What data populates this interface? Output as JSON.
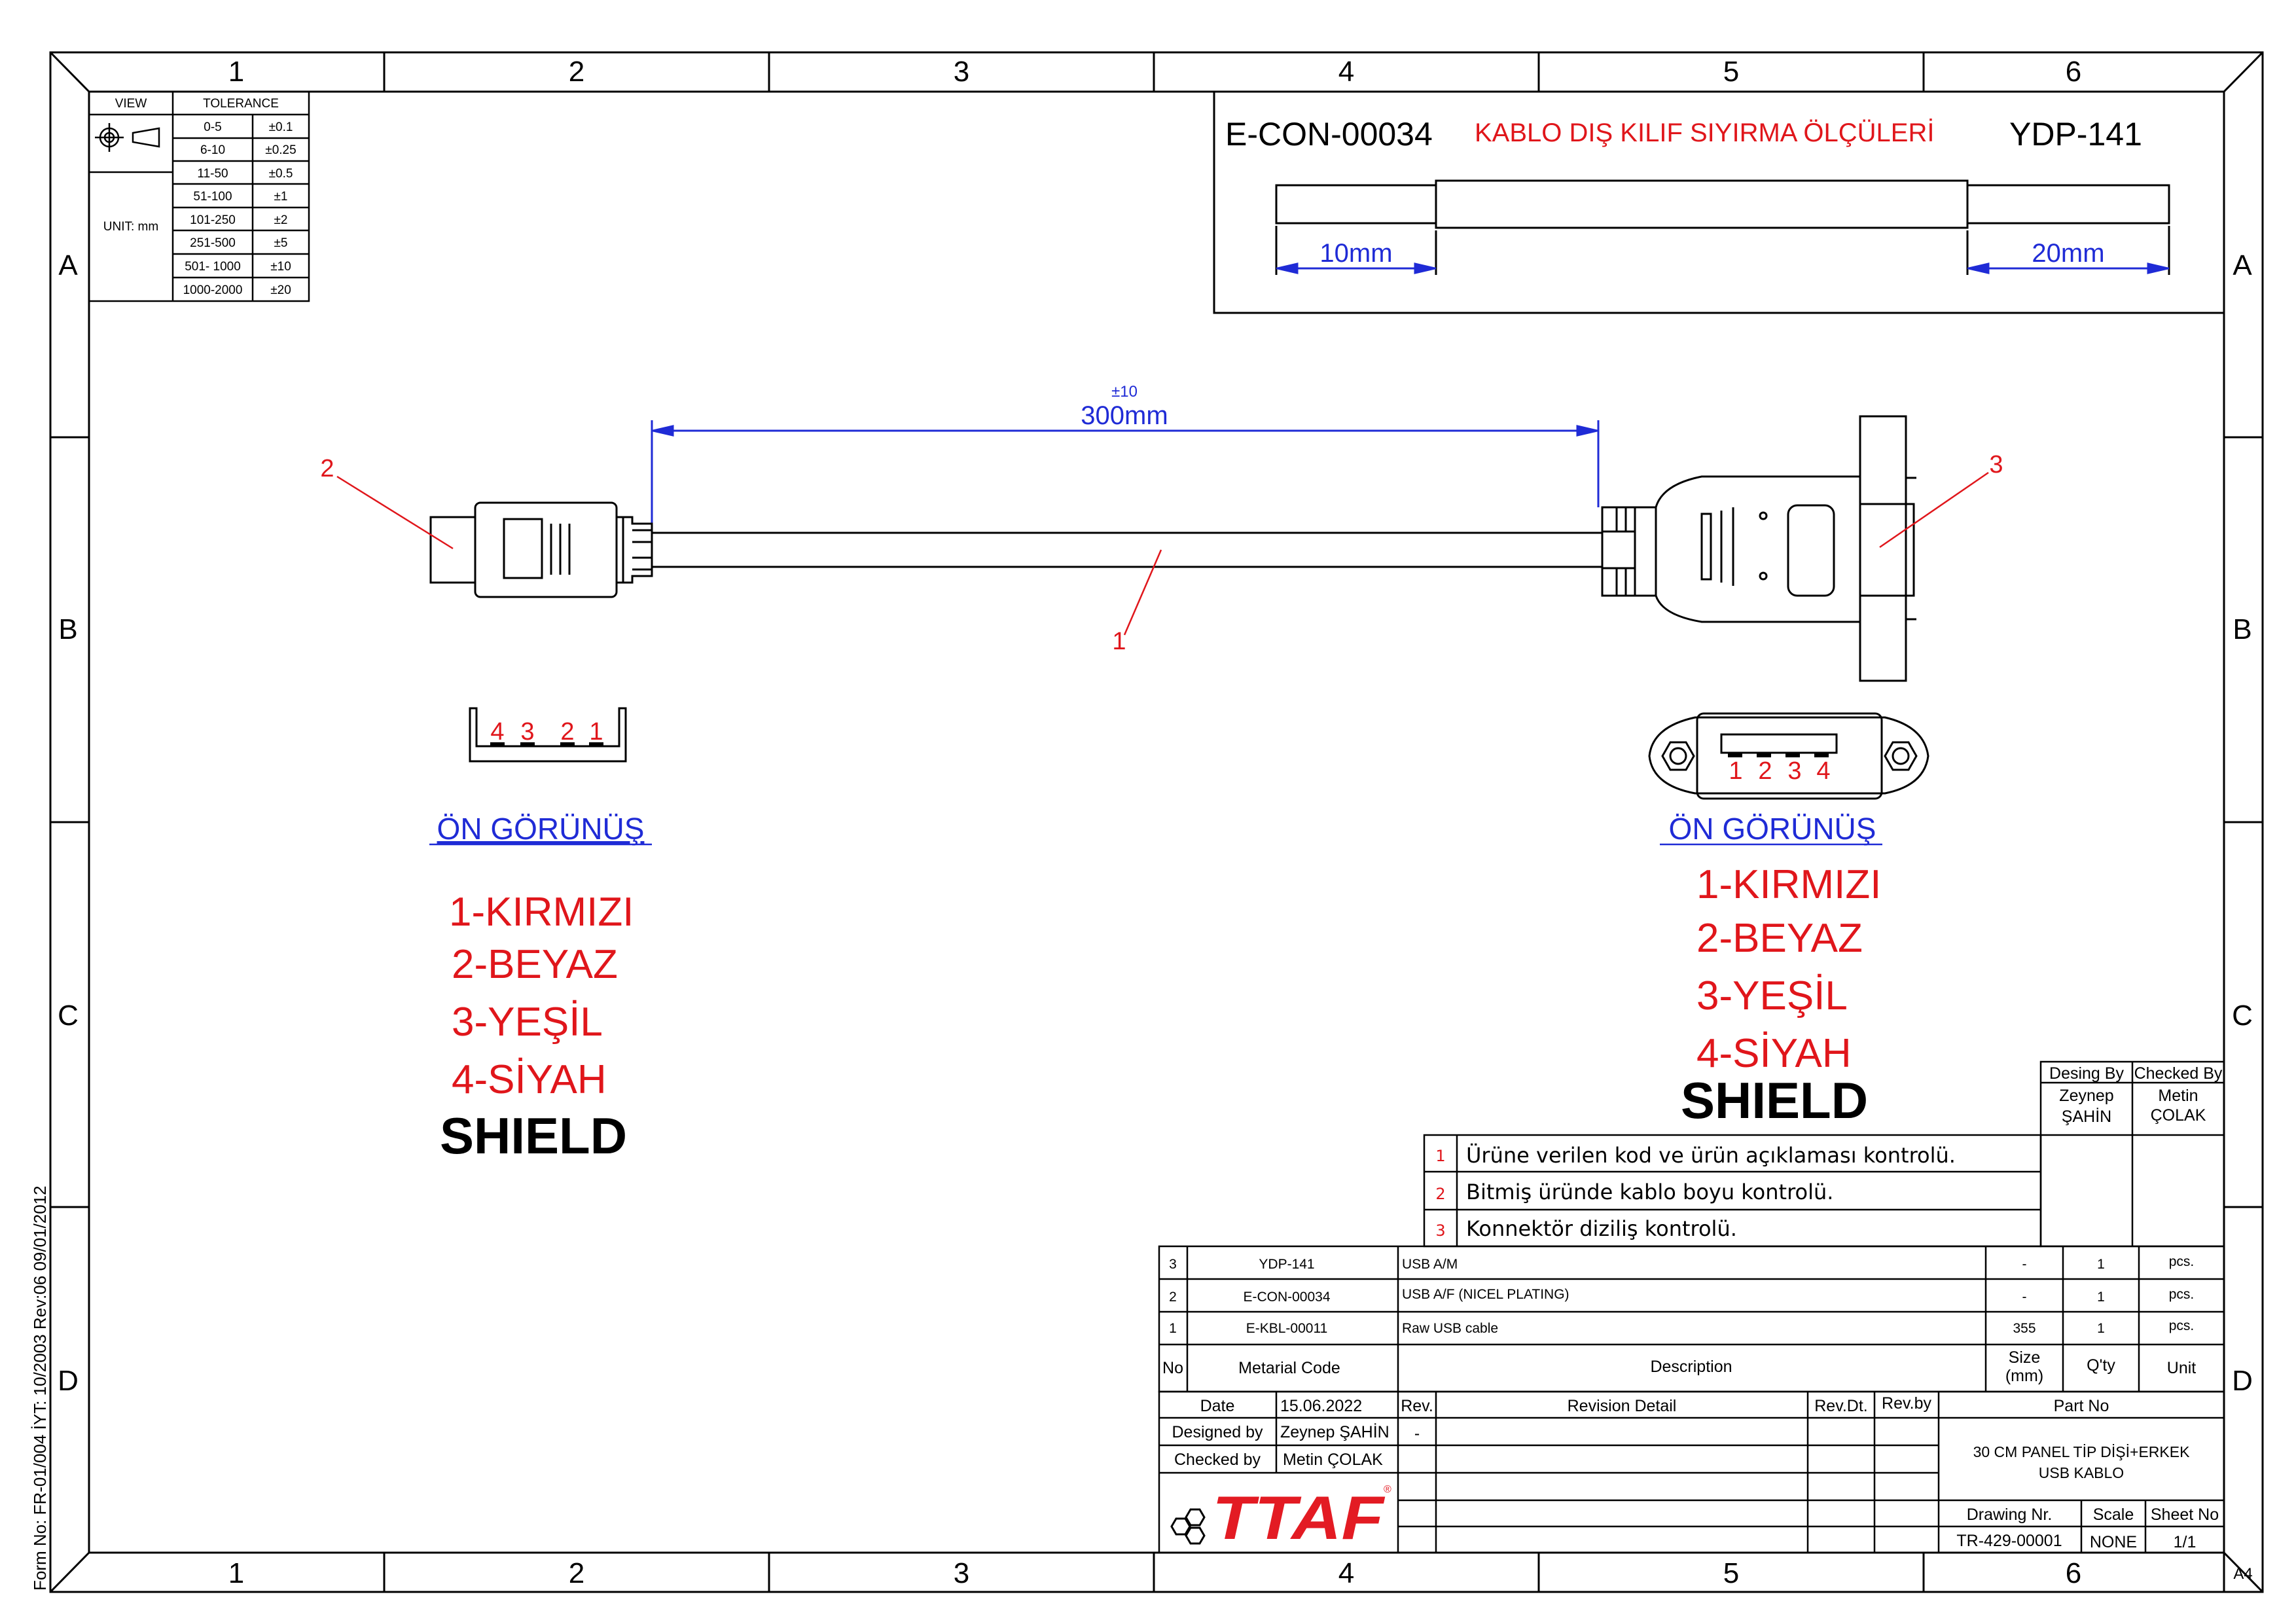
{
  "frame": {
    "columns": [
      "1",
      "2",
      "3",
      "4",
      "5",
      "6"
    ],
    "rows": [
      "A",
      "B",
      "C",
      "D"
    ],
    "sheet_size": "A4",
    "form_no": "Form No: FR-01/004  İYT: 10/2003  Rev:06  09/01/2012"
  },
  "tolerance_table": {
    "view_header": "VIEW",
    "tolerance_header": "TOLERANCE",
    "unit": "UNIT: mm",
    "rows": [
      {
        "range": "0-5",
        "tol": "±0.1"
      },
      {
        "range": "6-10",
        "tol": "±0.25"
      },
      {
        "range": "11-50",
        "tol": "±0.5"
      },
      {
        "range": "51-100",
        "tol": "±1"
      },
      {
        "range": "101-250",
        "tol": "±2"
      },
      {
        "range": "251-500",
        "tol": "±5"
      },
      {
        "range": "501- 1000",
        "tol": "±10"
      },
      {
        "range": "1000-2000",
        "tol": "±20"
      }
    ]
  },
  "strip_box": {
    "code": "E-CON-00034",
    "title": "KABLO DIŞ KILIF SIYIRMA ÖLÇÜLERİ",
    "part": "YDP-141",
    "left_dim": "10mm",
    "right_dim": "20mm"
  },
  "cable": {
    "length_tol": "±10",
    "length": "300mm",
    "callout_1": "1",
    "callout_2": "2",
    "callout_3": "3"
  },
  "front_left": {
    "pins": [
      "4",
      "3",
      "2",
      "1"
    ],
    "title": "ÖN GÖRÜNÜŞ",
    "colors": [
      "1-KIRMIZI",
      "2-BEYAZ",
      "3-YEŞİL",
      "4-SİYAH"
    ],
    "shield": "SHIELD"
  },
  "front_right": {
    "pins": [
      "1",
      "2",
      "3",
      "4"
    ],
    "title": "ÖN GÖRÜNÜŞ",
    "colors": [
      "1-KIRMIZI",
      "2-BEYAZ",
      "3-YEŞİL",
      "4-SİYAH"
    ],
    "shield": "SHIELD"
  },
  "checklist": [
    {
      "no": "1",
      "text": "Ürüne verilen kod ve ürün açıklaması kontrolü."
    },
    {
      "no": "2",
      "text": "Bitmiş üründe kablo boyu kontrolü."
    },
    {
      "no": "3",
      "text": "Konnektör diziliş kontrolü."
    }
  ],
  "approvals": {
    "design_header": "Desing By",
    "checked_header": "Checked By",
    "design_name": [
      "Zeynep",
      "ŞAHİN"
    ],
    "checked_name": [
      "Metin",
      "ÇOLAK"
    ]
  },
  "bom": {
    "rows": [
      {
        "no": "3",
        "code": "YDP-141",
        "desc": "USB A/M",
        "size": "-",
        "qty": "1",
        "unit": "pcs."
      },
      {
        "no": "2",
        "code": "E-CON-00034",
        "desc": "USB A/F   (NICEL PLATING)",
        "size": "-",
        "qty": "1",
        "unit": "pcs."
      },
      {
        "no": "1",
        "code": "E-KBL-00011",
        "desc": "Raw USB cable",
        "size": "355",
        "qty": "1",
        "unit": "pcs."
      }
    ],
    "header": {
      "no": "No",
      "code": "Metarial Code",
      "desc": "Description",
      "size": [
        "Size",
        "(mm)"
      ],
      "qty": "Q'ty",
      "unit": "Unit"
    }
  },
  "title_block": {
    "date_label": "Date",
    "date": "15.06.2022",
    "designed_label": "Designed by",
    "designed": "Zeynep ŞAHİN",
    "checked_label": "Checked by",
    "checked": "Metin ÇOLAK",
    "rev_label": "Rev.",
    "rev_value": "-",
    "rev_detail_label": "Revision Detail",
    "rev_date_label": "Rev.Dt.",
    "rev_by_label": "Rev.by",
    "part_no_label": "Part No",
    "part_desc": [
      "30 CM PANEL  TİP DİŞİ+ERKEK",
      "USB KABLO"
    ],
    "drawing_nr_label": "Drawing Nr.",
    "scale_label": "Scale",
    "sheet_label": "Sheet No",
    "drawing_nr": "TR-429-00001",
    "scale": "NONE",
    "sheet": "1/1",
    "logo": "TTAF"
  },
  "colors": {
    "line": "#000000",
    "red": "#e0161b",
    "blue": "#1f2bd6",
    "logo_red": "#e31b23"
  }
}
